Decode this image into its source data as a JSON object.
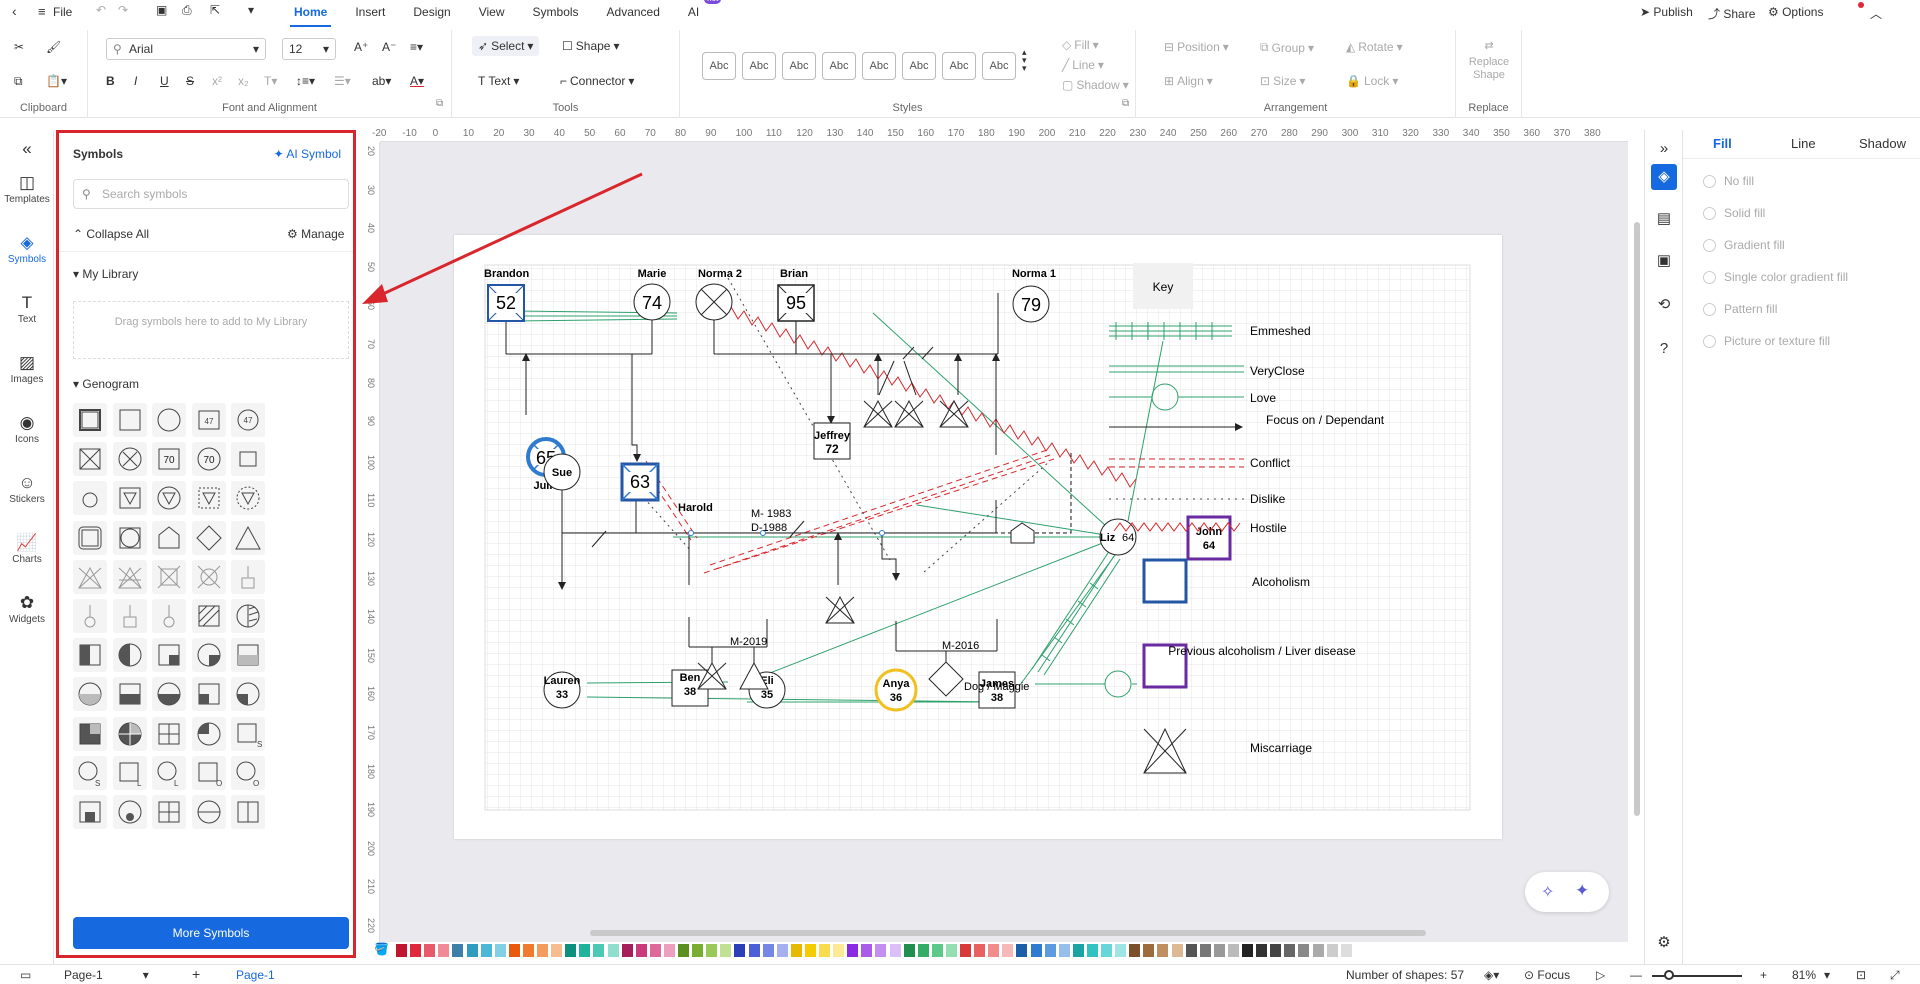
{
  "topbar": {
    "file": "File",
    "menus": [
      "Home",
      "Insert",
      "Design",
      "View",
      "Symbols",
      "Advanced",
      "AI"
    ],
    "hot": "hot",
    "publish": "Publish",
    "share": "Share",
    "options": "Options"
  },
  "ribbon": {
    "font": "Arial",
    "size": "12",
    "select": "Select",
    "shape": "Shape",
    "text": "Text",
    "connector": "Connector",
    "abc": "Abc",
    "fill": "Fill",
    "line": "Line",
    "shadow": "Shadow",
    "position": "Position",
    "group": "Group",
    "rotate": "Rotate",
    "align": "Align",
    "size_label": "Size",
    "lock": "Lock",
    "replace_shape": "Replace Shape",
    "groups": {
      "clipboard": "Clipboard",
      "font": "Font and Alignment",
      "tools": "Tools",
      "styles": "Styles",
      "arrangement": "Arrangement",
      "replace": "Replace"
    }
  },
  "iconbar": [
    "Templates",
    "Symbols",
    "Text",
    "Images",
    "Icons",
    "Stickers",
    "Charts",
    "Widgets"
  ],
  "panel": {
    "title": "Symbols",
    "ai_symbol": "AI Symbol",
    "search_placeholder": "Search symbols",
    "collapse": "Collapse All",
    "manage": "Manage",
    "my_library": "My Library",
    "drop_hint": "Drag symbols here to add to My Library",
    "genogram": "Genogram",
    "more": "More Symbols",
    "cell_70": "70",
    "cell_47": "47"
  },
  "ruler": {
    "h": [
      "-20",
      "-10",
      "0",
      "10",
      "20",
      "30",
      "40",
      "50",
      "60",
      "70",
      "80",
      "90",
      "100",
      "110",
      "120",
      "130",
      "140",
      "150",
      "160",
      "170",
      "180",
      "190",
      "200",
      "210",
      "220",
      "230",
      "240",
      "250",
      "260",
      "270",
      "280",
      "290",
      "300",
      "310",
      "320",
      "330",
      "340",
      "350",
      "360",
      "370",
      "380"
    ],
    "v": [
      "20",
      "30",
      "40",
      "50",
      "60",
      "70",
      "80",
      "90",
      "100",
      "110",
      "120",
      "130",
      "140",
      "150",
      "160",
      "170",
      "180",
      "190",
      "200",
      "210",
      "220"
    ]
  },
  "diagram": {
    "people": {
      "brandon": {
        "name": "Brandon",
        "age": "52"
      },
      "marie": {
        "name": "Marie",
        "age": "74"
      },
      "norma2": {
        "name": "Norma 2"
      },
      "brian": {
        "name": "Brian",
        "age": "95"
      },
      "norma1": {
        "name": "Norma 1",
        "age": "79"
      },
      "julie": {
        "name": "Julie",
        "age": "65"
      },
      "sue": {
        "name": "Sue"
      },
      "harold": {
        "name": "Harold",
        "age": "63"
      },
      "jeffrey": {
        "name": "Jeffrey",
        "age": "72"
      },
      "liz": {
        "name": "Liz",
        "age": "64"
      },
      "john": {
        "name": "John",
        "age": "64"
      },
      "lauren": {
        "name": "Lauren",
        "age": "33"
      },
      "ben": {
        "name": "Ben",
        "age": "38"
      },
      "eli": {
        "name": "Eli",
        "age": "35"
      },
      "anya": {
        "name": "Anya",
        "age": "36"
      },
      "james": {
        "name": "James",
        "age": "38"
      }
    },
    "marriage1": "M- 1983",
    "divorce1": "D-1988",
    "m2019": "M-2019",
    "m2016": "M-2016",
    "pet": "Dog / Maggie",
    "key": {
      "title": "Key",
      "items": [
        "Emmeshed",
        "VeryClose",
        "Love",
        "Focus on / Dependant",
        "Conflict",
        "Dislike",
        "Hostile",
        "Alcoholism",
        "Previous alcoholism / Liver disease",
        "Miscarriage"
      ]
    }
  },
  "props": {
    "tabs": [
      "Fill",
      "Line",
      "Shadow"
    ],
    "options": [
      "No fill",
      "Solid fill",
      "Gradient fill",
      "Single color gradient fill",
      "Pattern fill",
      "Picture or texture fill"
    ]
  },
  "status": {
    "page_select": "Page-1",
    "page_tab": "Page-1",
    "shapes": "Number of shapes: 57",
    "focus": "Focus",
    "zoom": "81%"
  },
  "palette": [
    "#c0152f",
    "#e0283c",
    "#e85a6b",
    "#f08a96",
    "#3e7fa8",
    "#2f9bbf",
    "#4bb6d6",
    "#82cfe6",
    "#e8590c",
    "#f27a2e",
    "#f59c5c",
    "#f8bd8e",
    "#0c8f7d",
    "#20b39c",
    "#4cc9b4",
    "#8edfd0",
    "#a61e5a",
    "#c93b7a",
    "#dd6a9b",
    "#ec9fbf",
    "#5b8f1f",
    "#78ad32",
    "#9ac95a",
    "#c0e092",
    "#2d3fb8",
    "#4c5fd6",
    "#7586e6",
    "#a6b0f0",
    "#e6b800",
    "#f5cc00",
    "#f9dc4d",
    "#fcea94",
    "#8a2be2",
    "#a95ce8",
    "#c28ef0",
    "#dbbff7",
    "#1f8f4f",
    "#33ad66",
    "#5cc98a",
    "#94dfb2",
    "#d83a3a",
    "#e86060",
    "#f08c8c",
    "#f6b9b9",
    "#1c5fa8",
    "#2f7bd0",
    "#5c9be0",
    "#96c0ec",
    "#1aa3a3",
    "#33c2c2",
    "#66d6d6",
    "#9ee6e6",
    "#7a4f2a",
    "#9c6b3e",
    "#bf8f62",
    "#dcb994",
    "#555555",
    "#777777",
    "#999999",
    "#bbbbbb",
    "#222222",
    "#333333",
    "#444444",
    "#666666",
    "#888888",
    "#aaaaaa",
    "#cccccc",
    "#dddddd"
  ]
}
